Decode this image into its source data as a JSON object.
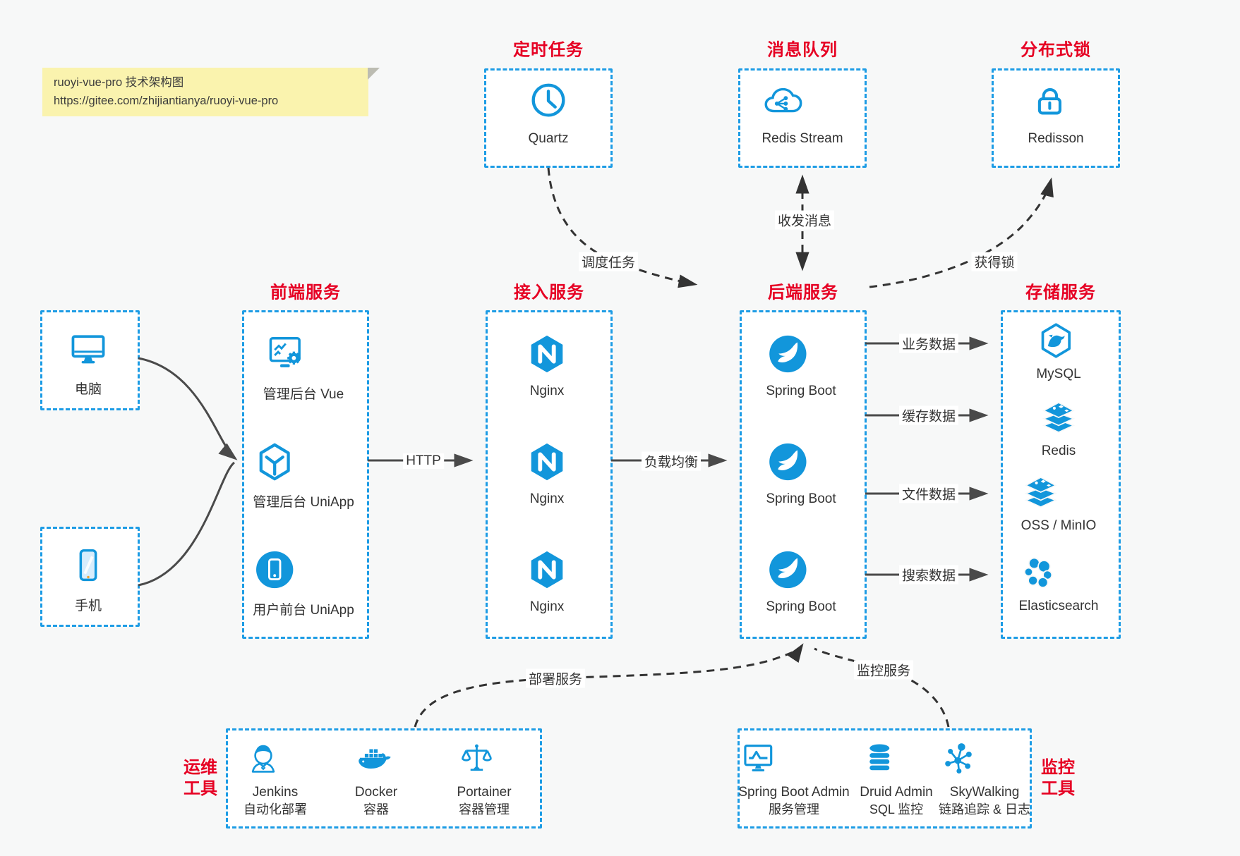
{
  "note": {
    "line1": "ruoyi-vue-pro 技术架构图",
    "line2": "https://gitee.com/zhijiantianya/ruoyi-vue-pro"
  },
  "colors": {
    "accent_blue": "#1296db",
    "border_blue": "#1d9ce5",
    "section_red": "#e60023",
    "arrow_gray": "#4a4a4a",
    "arrow_dark": "#333333",
    "note_bg": "#faf3ae"
  },
  "top_groups": [
    {
      "label": "定时任务",
      "item": {
        "name": "Quartz",
        "icon": "clock-icon"
      }
    },
    {
      "label": "消息队列",
      "item": {
        "name": "Redis Stream",
        "icon": "cloud-stream-icon"
      }
    },
    {
      "label": "分布式锁",
      "item": {
        "name": "Redisson",
        "icon": "lock-icon"
      }
    }
  ],
  "clients": [
    {
      "label": "电脑",
      "icon": "desktop-icon"
    },
    {
      "label": "手机",
      "icon": "phone-icon"
    }
  ],
  "columns": [
    {
      "label": "前端服务",
      "items": [
        {
          "label": "管理后台 Vue",
          "icon": "admin-screen-gear-icon"
        },
        {
          "label": "管理后台 UniApp",
          "icon": "cube-icon"
        },
        {
          "label": "用户前台 UniApp",
          "icon": "mobile-circle-icon"
        }
      ]
    },
    {
      "label": "接入服务",
      "items": [
        {
          "label": "Nginx",
          "icon": "nginx-icon"
        },
        {
          "label": "Nginx",
          "icon": "nginx-icon"
        },
        {
          "label": "Nginx",
          "icon": "nginx-icon"
        }
      ]
    },
    {
      "label": "后端服务",
      "items": [
        {
          "label": "Spring Boot",
          "icon": "spring-icon"
        },
        {
          "label": "Spring Boot",
          "icon": "spring-icon"
        },
        {
          "label": "Spring Boot",
          "icon": "spring-icon"
        }
      ]
    },
    {
      "label": "存储服务",
      "items": [
        {
          "label": "MySQL",
          "icon": "mysql-icon"
        },
        {
          "label": "Redis",
          "icon": "layers-icon"
        },
        {
          "label": "OSS / MinIO",
          "icon": "layers-icon"
        },
        {
          "label": "Elasticsearch",
          "icon": "elastic-icon"
        }
      ]
    }
  ],
  "bottom_groups": [
    {
      "label_line1": "运维",
      "label_line2": "工具",
      "items": [
        {
          "title": "Jenkins",
          "subtitle": "自动化部署",
          "icon": "jenkins-icon"
        },
        {
          "title": "Docker",
          "subtitle": "容器",
          "icon": "docker-icon"
        },
        {
          "title": "Portainer",
          "subtitle": "容器管理",
          "icon": "scales-icon"
        }
      ]
    },
    {
      "label_line1": "监控",
      "label_line2": "工具",
      "items": [
        {
          "title": "Spring Boot Admin",
          "subtitle": "服务管理",
          "icon": "monitor-pulse-icon"
        },
        {
          "title": "Druid Admin",
          "subtitle": "SQL 监控",
          "icon": "database-icon"
        },
        {
          "title": "SkyWalking",
          "subtitle": "链路追踪 & 日志",
          "icon": "topology-icon"
        }
      ]
    }
  ],
  "edges": {
    "http": "HTTP",
    "load_balance": "负载均衡",
    "business_data": "业务数据",
    "cache_data": "缓存数据",
    "file_data": "文件数据",
    "search_data": "搜索数据",
    "schedule_task": "调度任务",
    "messaging": "收发消息",
    "acquire_lock": "获得锁",
    "deploy": "部署服务",
    "monitor": "监控服务"
  }
}
